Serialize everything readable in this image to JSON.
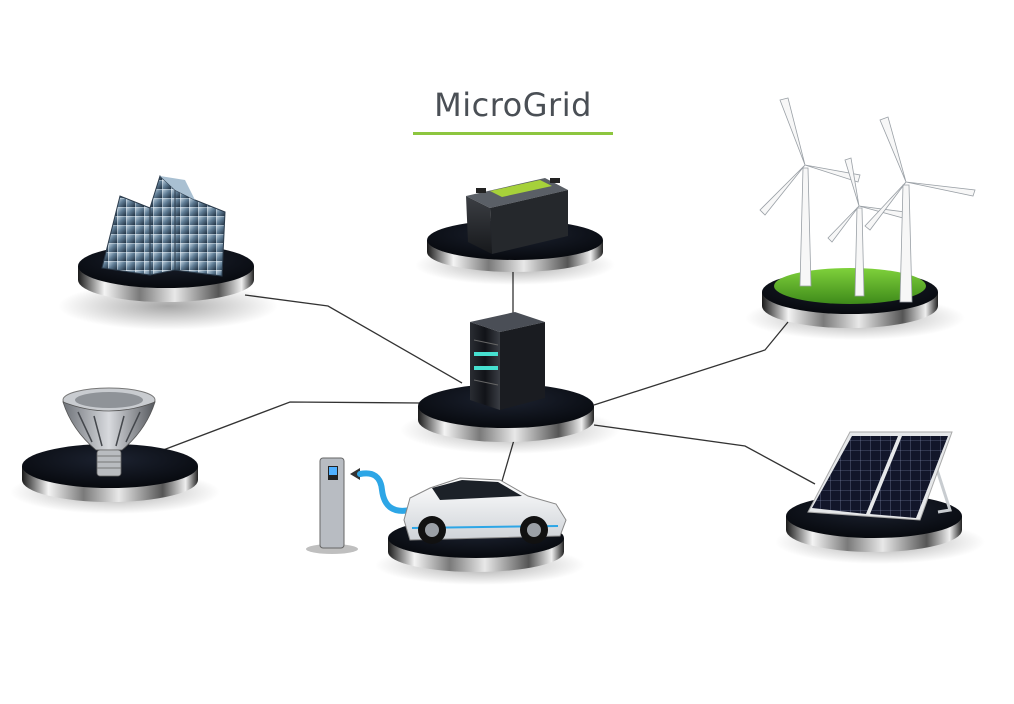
{
  "title": "MicroGrid",
  "colors": {
    "accent": "#8dc63f",
    "platform_top": "#0b0f17",
    "connector": "#333333",
    "glow": "#46e0d0"
  },
  "nodes": [
    {
      "id": "hub",
      "icon": "server-tower-icon"
    },
    {
      "id": "building",
      "icon": "office-building-icon"
    },
    {
      "id": "battery",
      "icon": "battery-icon"
    },
    {
      "id": "wind",
      "icon": "wind-turbine-icon"
    },
    {
      "id": "bulb",
      "icon": "led-bulb-icon"
    },
    {
      "id": "ev",
      "icon": "electric-car-icon"
    },
    {
      "id": "solar",
      "icon": "solar-panel-icon"
    }
  ]
}
